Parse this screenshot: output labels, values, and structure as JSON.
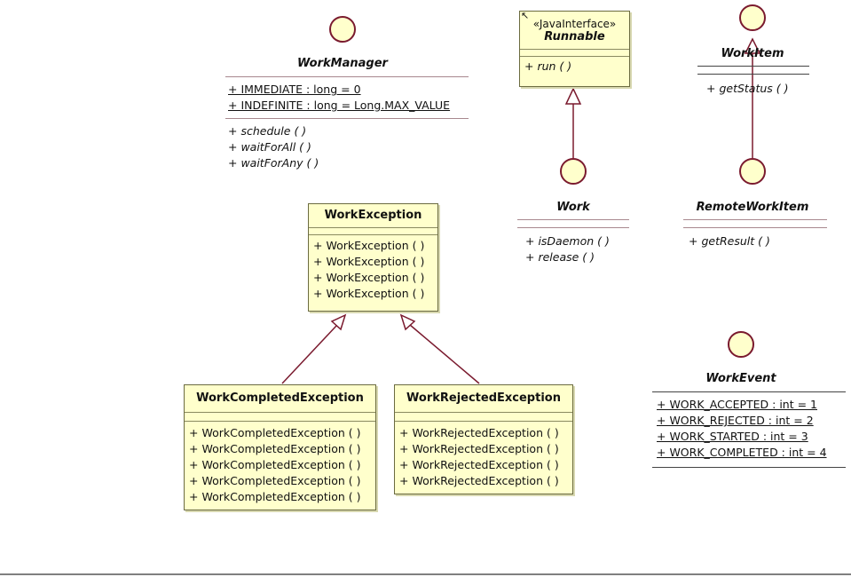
{
  "work_manager": {
    "name": "WorkManager",
    "attributes": [
      "+ IMMEDIATE : long = 0",
      "+ INDEFINITE : long = Long.MAX_VALUE"
    ],
    "operations": [
      "+ schedule (  )",
      "+ waitForAll (  )",
      "+ waitForAny (  )"
    ]
  },
  "runnable": {
    "stereotype": "«JavaInterface»",
    "name": "Runnable",
    "operations": [
      "+ run (  )"
    ]
  },
  "work_item": {
    "name": "WorkItem",
    "operations": [
      "+ getStatus (  )"
    ]
  },
  "work": {
    "name": "Work",
    "operations": [
      "+ isDaemon (  )",
      "+ release (  )"
    ]
  },
  "remote_work_item": {
    "name": "RemoteWorkItem",
    "operations": [
      "+ getResult (  )"
    ]
  },
  "work_exception": {
    "name": "WorkException",
    "methods": [
      "+ WorkException (  )",
      "+ WorkException (  )",
      "+ WorkException (  )",
      "+ WorkException (  )"
    ]
  },
  "work_completed_exception": {
    "name": "WorkCompletedException",
    "methods": [
      "+ WorkCompletedException (  )",
      "+ WorkCompletedException (  )",
      "+ WorkCompletedException (  )",
      "+ WorkCompletedException (  )",
      "+ WorkCompletedException (  )"
    ]
  },
  "work_rejected_exception": {
    "name": "WorkRejectedException",
    "methods": [
      "+ WorkRejectedException (  )",
      "+ WorkRejectedException (  )",
      "+ WorkRejectedException (  )",
      "+ WorkRejectedException (  )"
    ]
  },
  "work_event": {
    "name": "WorkEvent",
    "attributes": [
      "+ WORK_ACCEPTED : int = 1",
      "+ WORK_REJECTED : int = 2",
      "+ WORK_STARTED : int = 3",
      "+ WORK_COMPLETED : int = 4"
    ]
  },
  "colors": {
    "class_fill": "#ffffcc",
    "interface_stroke": "#7a1a2e",
    "line": "#7a1a2e"
  }
}
